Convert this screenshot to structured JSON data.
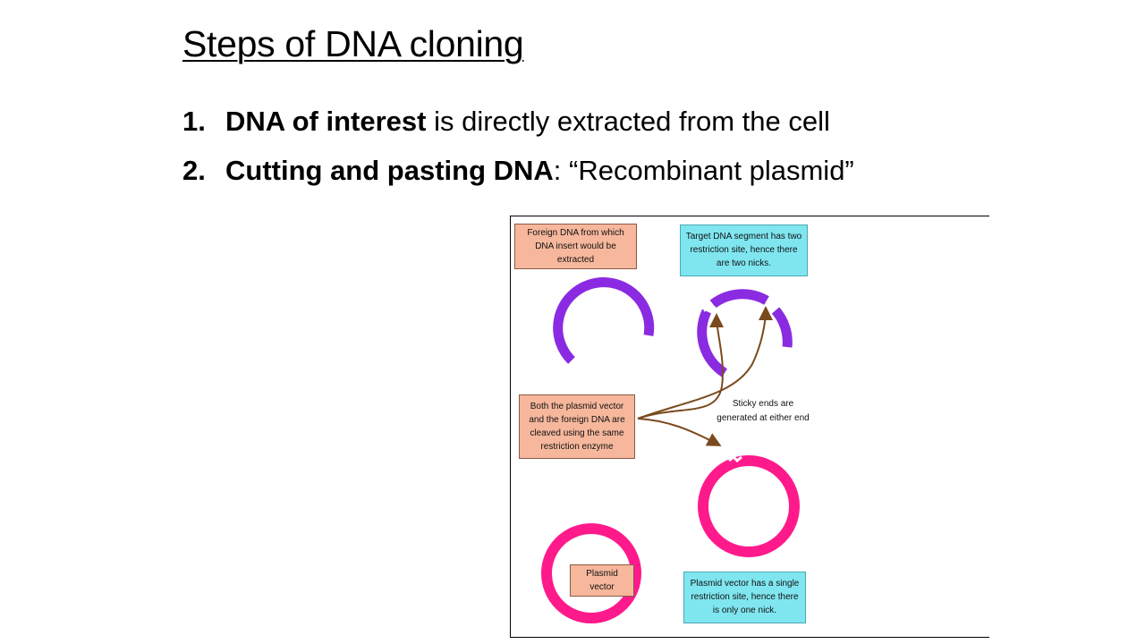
{
  "slide": {
    "title": "Steps of DNA cloning",
    "steps": [
      {
        "number": "1.",
        "bold": "DNA of interest",
        "rest": " is directly extracted from the cell"
      },
      {
        "number": "2.",
        "bold": "Cutting and pasting DNA",
        "rest": ": “Recombinant plasmid”"
      }
    ]
  },
  "figure": {
    "labels": {
      "foreign_dna": "Foreign DNA from which DNA insert would be extracted",
      "target_segment": "Target DNA segment has two restriction site, hence there are two nicks.",
      "both_cleaved": "Both the plasmid vector and the foreign DNA are cleaved using the same restriction enzyme",
      "sticky_ends": "Sticky ends are generated at either end",
      "plasmid_vector": "Plasmid vector",
      "single_site": "Plasmid vector has a single restriction site, hence there is only one nick."
    },
    "colors": {
      "dna": "#8a2be2",
      "plasmid": "#ff1a8c",
      "arrow": "#7a4a1e",
      "label_bg": "#f6b79c",
      "note_bg": "#7fe6f0"
    }
  }
}
